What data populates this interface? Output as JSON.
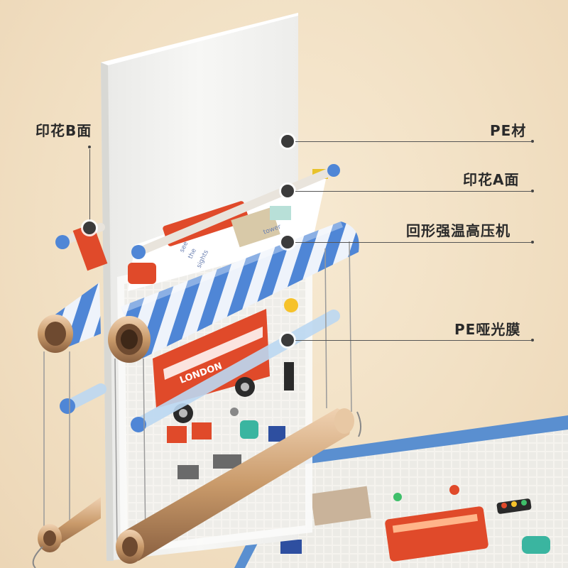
{
  "labels": {
    "print_b": "印花B面",
    "pe_material": "PE材",
    "print_a": "印花A面",
    "press_machine": "回形强温高压机",
    "pe_film": "PE哑光膜"
  },
  "mat_text": {
    "bus_sign": "LONDON",
    "see": "see",
    "the": "the",
    "sights": "sights",
    "tower": "tower"
  },
  "colors": {
    "background": "#f1dfc2",
    "foam": "#f4f4f2",
    "roller_blue": "#4f86d6",
    "roller_white": "#eef3fb",
    "bus_red": "#e04a2a",
    "copper": "#c99a6a",
    "frame_blue": "#5a8fd0"
  }
}
